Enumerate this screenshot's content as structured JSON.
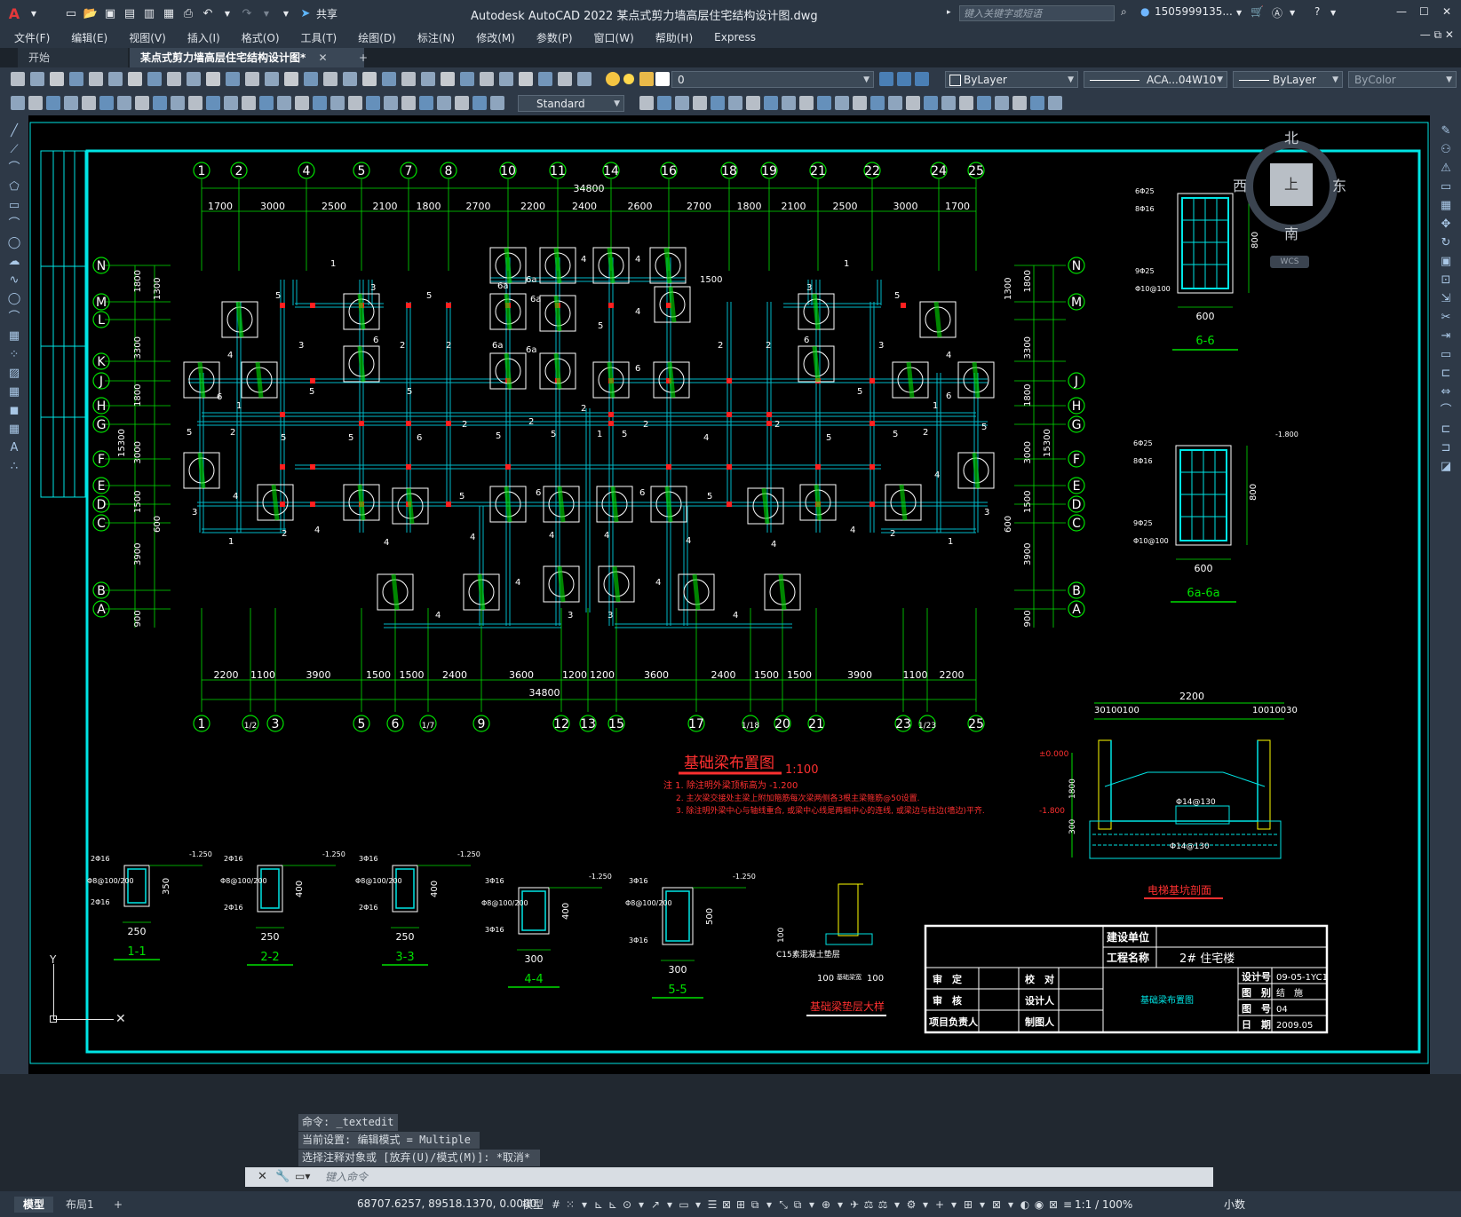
{
  "app": {
    "title": "Autodesk AutoCAD 2022    某点式剪力墙高层住宅结构设计图.dwg",
    "share_label": "共享",
    "search_placeholder": "键入关键字或短语",
    "user": "1505999135...",
    "logo": "A"
  },
  "menu": [
    "文件(F)",
    "编辑(E)",
    "视图(V)",
    "插入(I)",
    "格式(O)",
    "工具(T)",
    "绘图(D)",
    "标注(N)",
    "修改(M)",
    "参数(P)",
    "窗口(W)",
    "帮助(H)",
    "Express"
  ],
  "tabs": {
    "start": "开始",
    "drawing": "某点式剪力墙高层住宅结构设计图*",
    "add": "+"
  },
  "toolbar": {
    "layer": "0",
    "color": "ByLayer",
    "linetype": "ACA...04W10",
    "lineweight": "ByLayer",
    "plotstyle": "ByColor",
    "textstyle": "Standard"
  },
  "viewcube": {
    "north": "北",
    "south": "南",
    "east": "东",
    "west": "西",
    "top": "上",
    "wcs": "WCS"
  },
  "drawing": {
    "title": "基础梁布置图",
    "scale": "1:100",
    "notes": [
      "注 1. 除注明外梁顶标高为 -1.200",
      "2. 主次梁交接处主梁上附加箍筋每次梁两侧各3根主梁箍筋@50设置.",
      "3. 除注明外梁中心与轴线重合, 或梁中心线是两相中心的连线, 或梁边与柱边(墙边)平齐."
    ],
    "total_dim": "34800",
    "top_axes": [
      "1",
      "2",
      "4",
      "5",
      "7",
      "8",
      "10",
      "11",
      "14",
      "16",
      "18",
      "19",
      "21",
      "22",
      "24",
      "25"
    ],
    "top_dims": [
      "1700",
      "3000",
      "2500",
      "2100",
      "1800",
      "2700",
      "2200",
      "2400",
      "2600",
      "2700",
      "1800",
      "2100",
      "2500",
      "3000",
      "1700"
    ],
    "bottom_axes": [
      "1",
      "1/2",
      "3",
      "5",
      "6",
      "1/7",
      "9",
      "12",
      "13",
      "15",
      "17",
      "1/18",
      "20",
      "21",
      "23",
      "1/23",
      "25"
    ],
    "bottom_dims": [
      "2200",
      "1100",
      "3900",
      "1500",
      "1500",
      "2400",
      "3600",
      "1200",
      "1200",
      "3600",
      "2400",
      "1500",
      "1500",
      "3900",
      "1100",
      "2200"
    ],
    "left_axes": [
      "N",
      "M",
      "L",
      "K",
      "J",
      "H",
      "G",
      "F",
      "E",
      "D",
      "C",
      "B",
      "A"
    ],
    "right_axes": [
      "N",
      "M",
      "J",
      "H",
      "G",
      "F",
      "E",
      "D",
      "C",
      "B",
      "A"
    ],
    "left_dims": [
      "1800",
      "3300",
      "1800",
      "3000",
      "1500",
      "3900",
      "900"
    ],
    "left_total": "15300",
    "inner_dims_left": [
      "1300",
      "600"
    ],
    "sections": [
      {
        "name": "1-1",
        "w": "250",
        "h": "350",
        "top": "2Φ16",
        "stir": "Φ8@100/200",
        "bot": "2Φ16",
        "elev": "-1.250"
      },
      {
        "name": "2-2",
        "w": "250",
        "h": "400",
        "top": "2Φ16",
        "stir": "Φ8@100/200",
        "bot": "2Φ16",
        "elev": "-1.250"
      },
      {
        "name": "3-3",
        "w": "250",
        "h": "400",
        "top": "3Φ16",
        "stir": "Φ8@100/200",
        "bot": "2Φ16",
        "elev": "-1.250"
      },
      {
        "name": "4-4",
        "w": "300",
        "h": "400",
        "top": "3Φ16",
        "stir": "Φ8@100/200",
        "bot": "3Φ16",
        "elev": "-1.250"
      },
      {
        "name": "5-5",
        "w": "300",
        "h": "500",
        "top": "3Φ16",
        "stir": "Φ8@100/200",
        "bot": "3Φ16",
        "elev": "-1.250"
      }
    ],
    "detail_66": {
      "name": "6-6",
      "w": "600",
      "h": "800",
      "top": "6Φ25",
      "side": "8Φ16",
      "bot": "9Φ25",
      "stir": "Φ10@100"
    },
    "detail_6a": {
      "name": "6a-6a",
      "w": "600",
      "h": "800",
      "top": "6Φ25",
      "side": "8Φ16",
      "bot": "9Φ25",
      "stir": "Φ10@100",
      "elev": "-1.800"
    },
    "pit": {
      "title": "电梯基坑剖面",
      "width": "2200",
      "left_dims": "30100100",
      "right_dims": "10010030",
      "h1": "1800",
      "h2": "300",
      "rebar1": "Φ14@130",
      "rebar2": "Φ14@130",
      "e1": "±0.000",
      "e2": "-1.800"
    },
    "pad": {
      "title": "基础梁垫层大样",
      "label": "C15素混凝土垫层",
      "dims": [
        "100",
        "基础梁宽",
        "100"
      ],
      "h": "100"
    },
    "titleblock": {
      "client_label": "建设单位",
      "project_label": "工程名称",
      "project": "2# 住宅楼",
      "roles": [
        "审　定",
        "审　核",
        "项目负责人"
      ],
      "roles2": [
        "校　对",
        "设计人",
        "制图人"
      ],
      "drawing_name": "基础梁布置图",
      "fields": [
        {
          "k": "设计号",
          "v": "09-05-1YC1"
        },
        {
          "k": "图　别",
          "v": "结　施"
        },
        {
          "k": "图　号",
          "v": "04"
        },
        {
          "k": "日　期",
          "v": "2009.05"
        }
      ]
    }
  },
  "command": {
    "history": [
      "命令: _textedit",
      "当前设置: 编辑模式 = Multiple",
      "选择注释对象或 [放弃(U)/模式(M)]: *取消*"
    ],
    "placeholder": "键入命令"
  },
  "status": {
    "model_tab": "模型",
    "layout_tab": "布局1",
    "coords": "68707.6257, 89518.1370, 0.0000",
    "mode": "模型",
    "scale": "1:1 / 100%",
    "units": "小数"
  },
  "colors": {
    "frame": "#00e5e5",
    "green": "#00e000",
    "beam": "#00b9c8",
    "red": "#ff2020",
    "white": "#ffffff",
    "accent": "#d13434"
  }
}
